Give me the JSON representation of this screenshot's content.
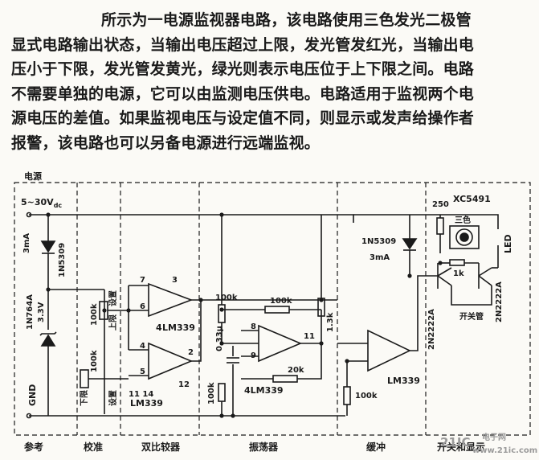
{
  "paragraph": {
    "lines": [
      "所示为一电源监视器电路，该电路使用三色发光二极管",
      "显式电路输出状态，当输出电压超过上限，发光管发红光，当输出电",
      "压小于下限，发光管发黄光，绿光则表示电压位于上下限之间。电路",
      "不需要单独的电源，它可以由监测电压供电。电路适用于监视两个电",
      "源电压的差值。如果监视电压与设定值不同，则显示或发声给操作者",
      "报警，该电路也可以另备电源进行远端监视。"
    ]
  },
  "circuit": {
    "labels": {
      "power": "电源",
      "supply_range": "5~30V",
      "supply_sub": "dc",
      "current_3ma_left": "3mA",
      "diode_1n5309_left": "1N5309",
      "zener": "1N764A",
      "zener_v": "3.3V",
      "gnd": "GND",
      "opamp_a_part": "LM339",
      "opamp_a_prefix": "4",
      "opamp_b_part": "LM339",
      "r_100k_upper": "100k",
      "r_100k_lower": "100k",
      "set_upper_1": "设置",
      "set_upper_2": "上限",
      "set_lower_1": "下限",
      "set_lower_2": "设置",
      "pin7": "7",
      "pin6": "6",
      "pin3": "3",
      "pin4": "4",
      "pin5": "5",
      "pin2": "2",
      "pin12": "12",
      "pin11_14": "11 14",
      "osc_r1": "100k",
      "osc_r2": "100k",
      "osc_cap": "0.33μ",
      "osc_pin8": "8",
      "osc_pin9": "9",
      "osc_pin11": "11",
      "osc_r_bottom": "100k",
      "osc_r_20k": "20k",
      "osc_part": "4LM339",
      "r_13k": "1.3k",
      "buf_part": "LM339",
      "buf_r": "100k",
      "r_250": "250",
      "led_part": "XC5491",
      "led_color": "三色",
      "led": "LED",
      "current_3ma_right": "3mA",
      "diode_1n5309_right": "1N5309",
      "r_1k": "1k",
      "q1": "2N2222A",
      "q2": "2N2222A",
      "switch": "开关管"
    },
    "section_captions": [
      "参考",
      "校准",
      "双比较器",
      "振荡器",
      "缓冲",
      "开关和显示"
    ]
  },
  "watermark": {
    "left": "21IC",
    "right_top": "电子网",
    "right_bottom": "www.21ic.com"
  }
}
